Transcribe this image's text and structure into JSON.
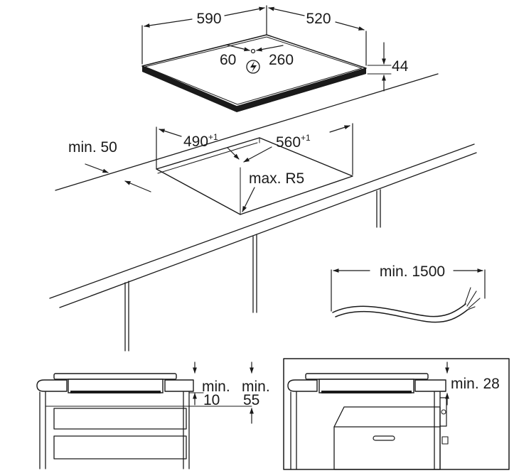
{
  "hob": {
    "width": "590",
    "depth": "520",
    "thickness": "44",
    "conn_x": "60",
    "conn_y": "260"
  },
  "cutout": {
    "width": "490",
    "depth": "560",
    "tolerance": "+1",
    "front_distance": "min. 50",
    "corner_radius": "max. R5"
  },
  "cable": {
    "length": "min. 1500"
  },
  "side_left": {
    "gap_a_top": "min.",
    "gap_a_value": "10",
    "gap_b_top": "min.",
    "gap_b_value": "55"
  },
  "side_right": {
    "gap": "min. 28"
  },
  "icons": {
    "power": "power-connection-icon"
  }
}
